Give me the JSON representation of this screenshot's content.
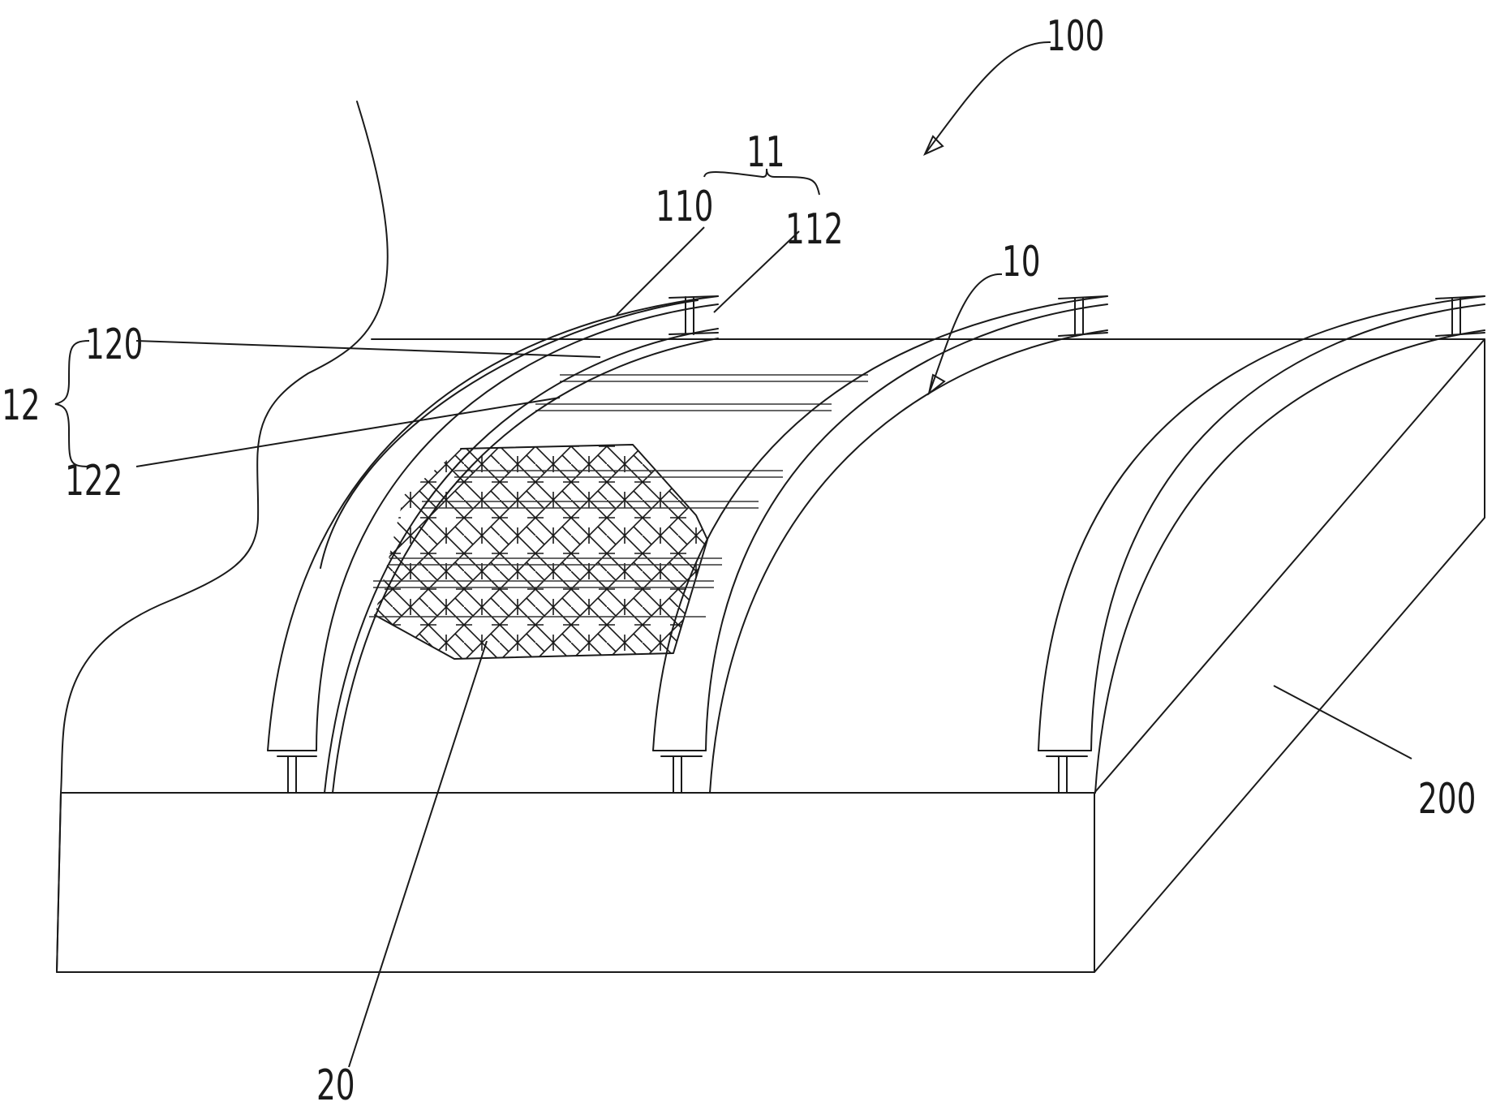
{
  "figure": {
    "labels": {
      "assembly": "100",
      "arch_unit": "10",
      "arch_group": "11",
      "arch_outer": "110",
      "arch_inner": "112",
      "brace_group": "12",
      "brace_upper": "120",
      "brace_lower": "122",
      "mesh": "20",
      "base": "200"
    }
  }
}
